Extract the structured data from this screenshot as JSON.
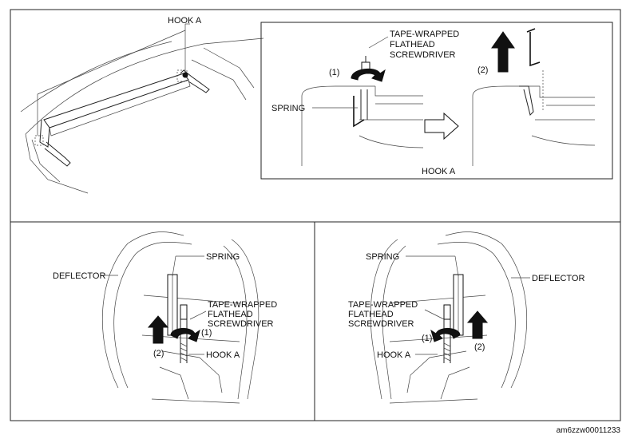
{
  "labels": {
    "hook_a": "HOOK A",
    "tape_wrapped_line1": "TAPE-WRAPPED",
    "tape_wrapped_line2": "FLATHEAD",
    "tape_wrapped_line3": "SCREWDRIVER",
    "spring": "SPRING",
    "deflector": "DEFLECTOR",
    "step1": "(1)",
    "step2": "(2)"
  },
  "inset": {
    "caption": "HOOK A"
  },
  "footer": {
    "figure_code": "am6zzw00011233"
  }
}
